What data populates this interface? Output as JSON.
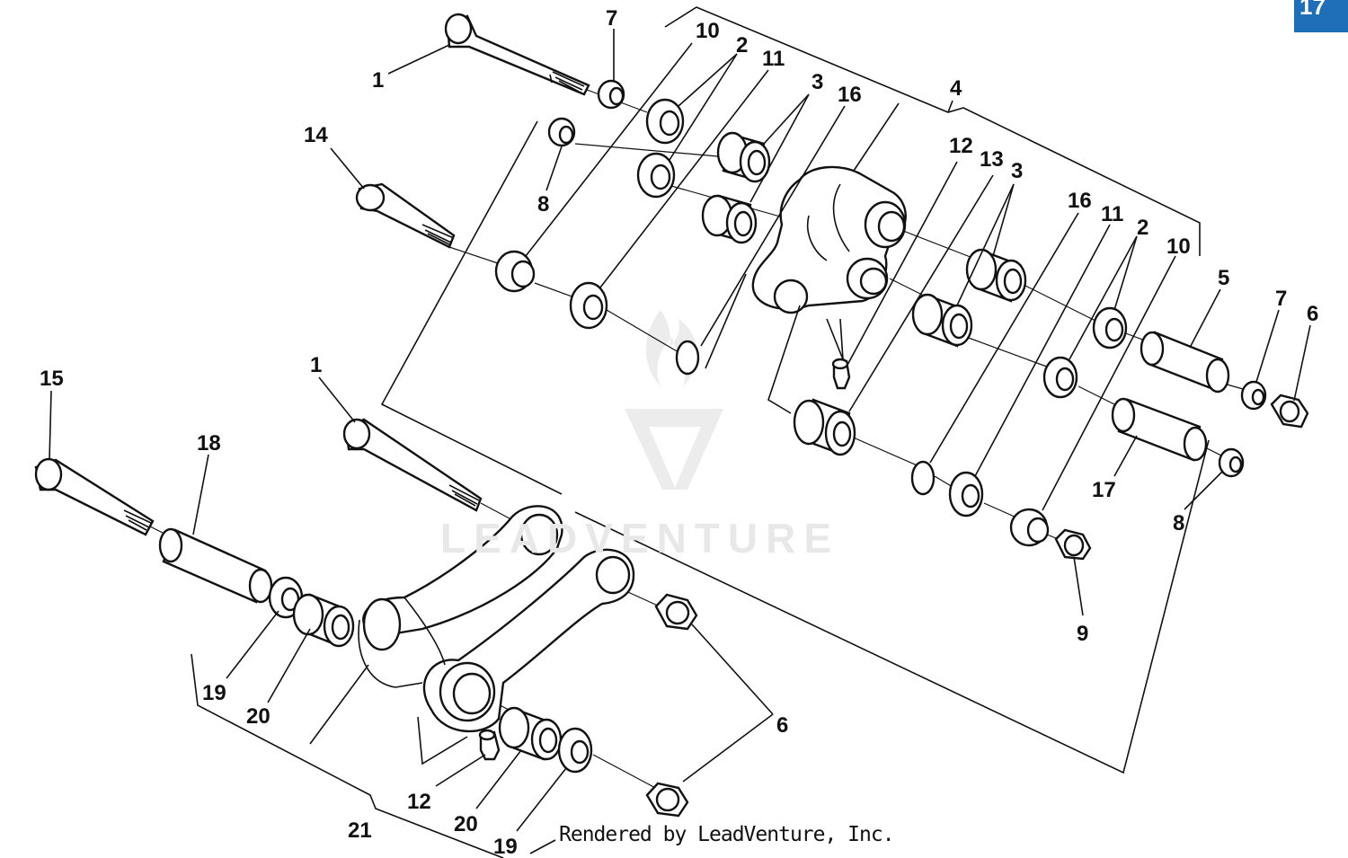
{
  "badge_text": "17",
  "watermark": "LEADVENTURE",
  "credit": "Rendered by LeadVenture, Inc.",
  "callouts": {
    "c1a": "1",
    "c7a": "7",
    "c10a": "10",
    "c2a": "2",
    "c11a": "11",
    "c3a": "3",
    "c16a": "16",
    "c4": "4",
    "c14": "14",
    "c8a": "8",
    "c12a": "12",
    "c13": "13",
    "c3b": "3",
    "c16b": "16",
    "c11b": "11",
    "c2b": "2",
    "c10b": "10",
    "c5": "5",
    "c7b": "7",
    "c6a": "6",
    "c17": "17",
    "c8b": "8",
    "c9": "9",
    "c15": "15",
    "c18": "18",
    "c1b": "1",
    "c19a": "19",
    "c20a": "20",
    "c6b": "6",
    "c12b": "12",
    "c20b": "20",
    "c21": "21",
    "c19b": "19"
  }
}
